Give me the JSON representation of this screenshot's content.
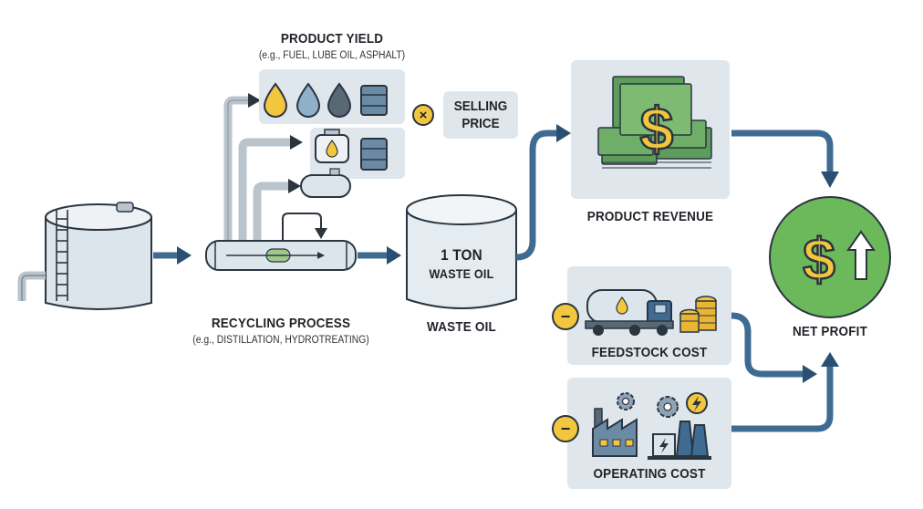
{
  "product_yield": {
    "title": "PRODUCT YIELD",
    "examples": "(e.g., FUEL, LUBE OIL, ASPHALT)"
  },
  "selling_price": {
    "operator": "×",
    "line1": "SELLING",
    "line2": "PRICE"
  },
  "recycling": {
    "title": "RECYCLING PROCESS",
    "examples": "(e.g., DISTILLATION, HYDROTREATING)"
  },
  "waste_oil_tank": {
    "amount": "1 TON",
    "contents": "WASTE OIL",
    "caption": "WASTE OIL"
  },
  "revenue": {
    "caption": "PRODUCT REVENUE",
    "symbol": "$"
  },
  "feedstock": {
    "operator": "−",
    "caption": "FEEDSTOCK COST"
  },
  "operating": {
    "operator": "−",
    "caption": "OPERATING COST"
  },
  "net_profit": {
    "caption": "NET PROFIT",
    "symbol": "$"
  },
  "colors": {
    "arrow": "#3f6b93",
    "arrow_dark": "#2b4f72",
    "pipe": "#b9c4cd",
    "panel": "#dfe6ec",
    "steel": "#dde5ec",
    "gold": "#f3c63f",
    "money_green": "#5d9c5a",
    "profit_green": "#6cb95b"
  },
  "icons": [
    "storage-tank-icon",
    "ladder-icon",
    "distillation-column-icon",
    "oil-drop-icon",
    "barrel-icon",
    "money-stack-icon",
    "dollar-icon",
    "tanker-truck-icon",
    "coin-stack-icon",
    "factory-icon",
    "gear-icon",
    "lightning-icon",
    "up-arrow-icon"
  ]
}
